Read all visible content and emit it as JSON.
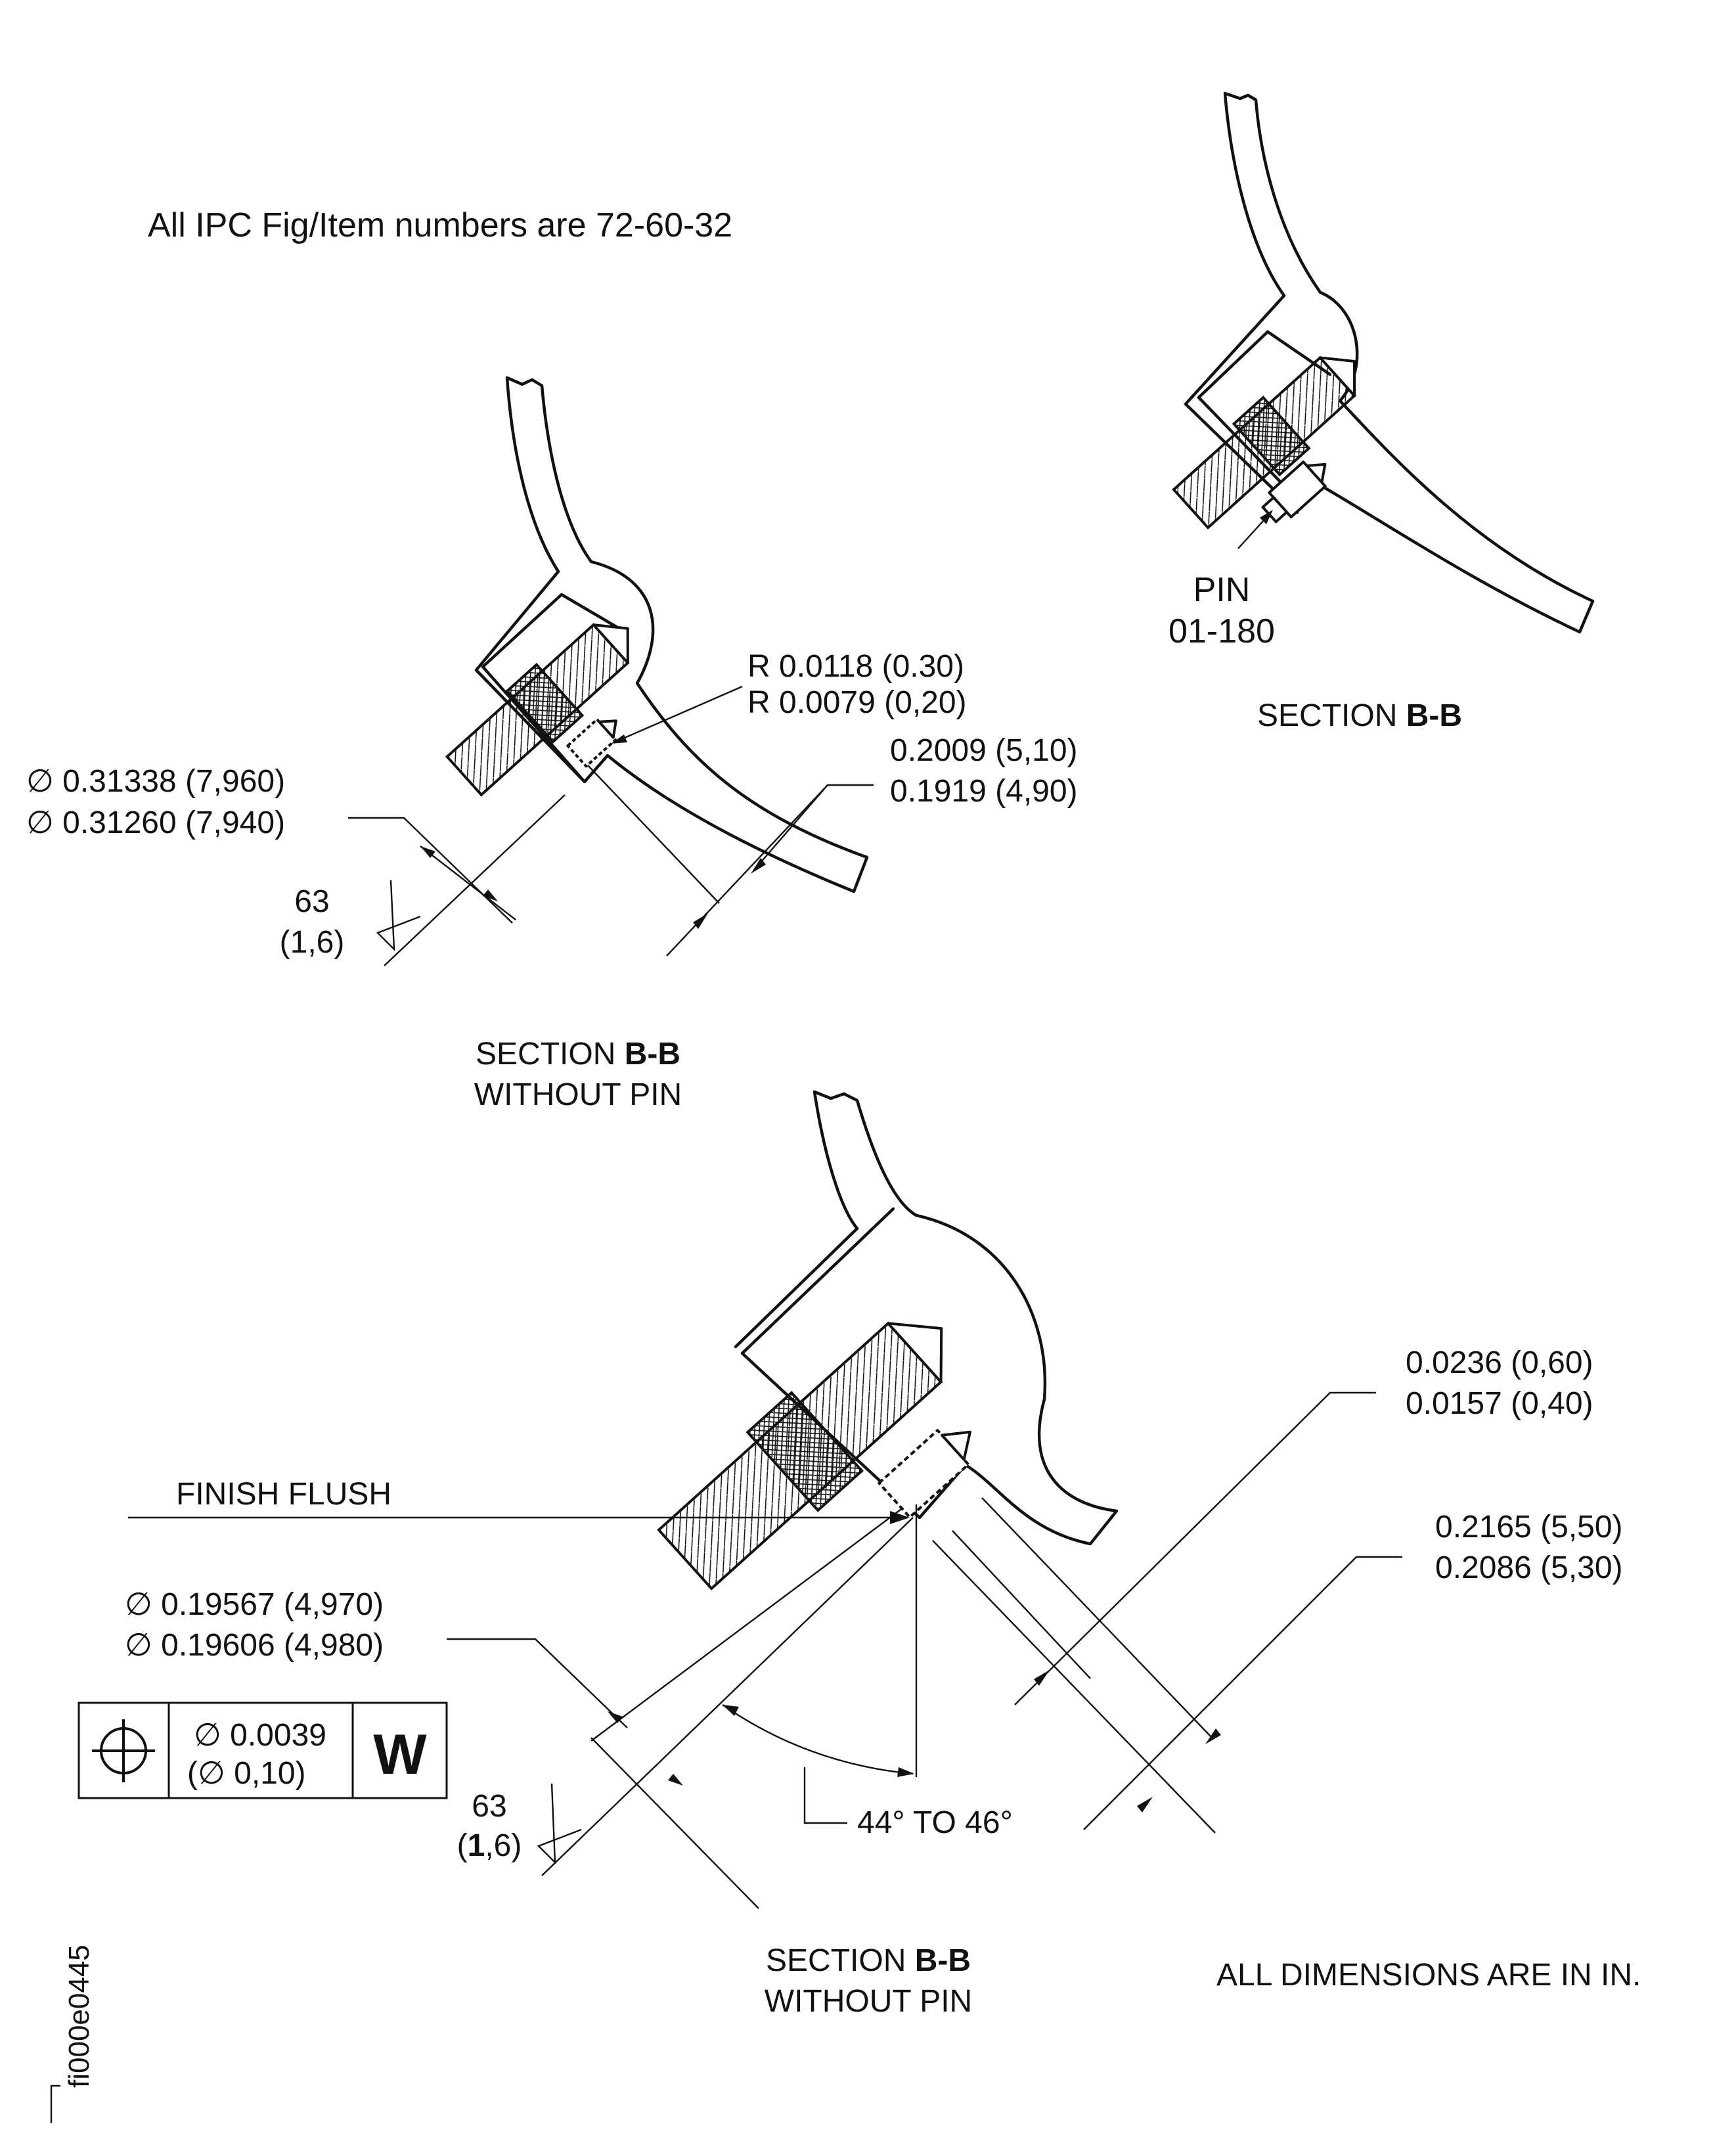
{
  "note": "All IPC Fig/Item numbers are 72-60-32",
  "view_top_right": {
    "pin_label": "PIN",
    "pin_ref": "01-180",
    "section_prefix": "SECTION ",
    "section_id": "B-B"
  },
  "view_middle": {
    "radius_max": "R 0.0118 (0.30)",
    "radius_min": "R 0.0079 (0,20)",
    "depth_max": "0.2009 (5,10)",
    "depth_min": "0.1919 (4,90)",
    "dia_max": "∅ 0.31338 (7,960)",
    "dia_min": "∅ 0.31260 (7,940)",
    "finish_value": "63",
    "finish_metric": "(1,6)",
    "section_prefix": "SECTION ",
    "section_id": "B-B",
    "section_suffix": "WITHOUT PIN"
  },
  "view_bottom": {
    "finish_flush": "FINISH FLUSH",
    "depth1_max": "0.0236 (0,60)",
    "depth1_min": "0.0157 (0,40)",
    "depth2_max": "0.2165 (5,50)",
    "depth2_min": "0.2086 (5,30)",
    "dia_a": "∅ 0.19567 (4,970)",
    "dia_b": "∅ 0.19606 (4,980)",
    "tolerance": "∅ 0.0039",
    "tolerance_metric": "(∅ 0,10)",
    "datum": "W",
    "finish_value": "63",
    "finish_metric_open": "(",
    "finish_metric_num": "1",
    "finish_metric_close": ",6)",
    "angle": "44° TO 46°",
    "section_prefix": "SECTION ",
    "section_id": "B-B",
    "section_suffix": "WITHOUT PIN"
  },
  "units_note": "ALL DIMENSIONS ARE IN IN.",
  "figure_id": "fi000e0445"
}
